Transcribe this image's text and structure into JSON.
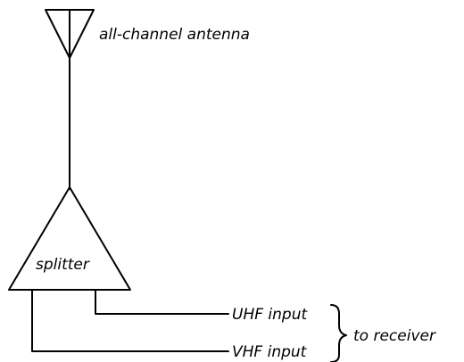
{
  "antenna": {
    "label": "all-channel antenna"
  },
  "splitter": {
    "label": "splitter"
  },
  "outputs": {
    "uhf_label": "UHF input",
    "vhf_label": "VHF input",
    "destination_label": "to receiver"
  }
}
